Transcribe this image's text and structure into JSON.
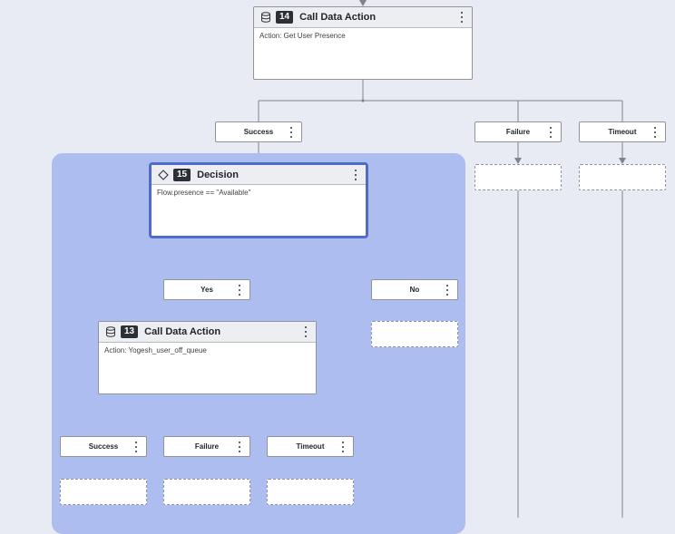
{
  "nodes": {
    "n14": {
      "number": "14",
      "title": "Call Data Action",
      "body": "Action: Get User Presence",
      "icon": "database-icon"
    },
    "n15": {
      "number": "15",
      "title": "Decision",
      "body": "Flow.presence == \"Available\"",
      "icon": "diamond-icon"
    },
    "n13": {
      "number": "13",
      "title": "Call Data Action",
      "body": "Action: Yogesh_user_off_queue",
      "icon": "database-icon"
    }
  },
  "paths": {
    "n14_success": "Success",
    "n14_failure": "Failure",
    "n14_timeout": "Timeout",
    "n15_yes": "Yes",
    "n15_no": "No",
    "n13_success": "Success",
    "n13_failure": "Failure",
    "n13_timeout": "Timeout"
  },
  "colors": {
    "canvas": "#e9ebf4",
    "group": "#adbdf0",
    "connector": "#7f848c",
    "selected_border": "#4f6cc7"
  }
}
